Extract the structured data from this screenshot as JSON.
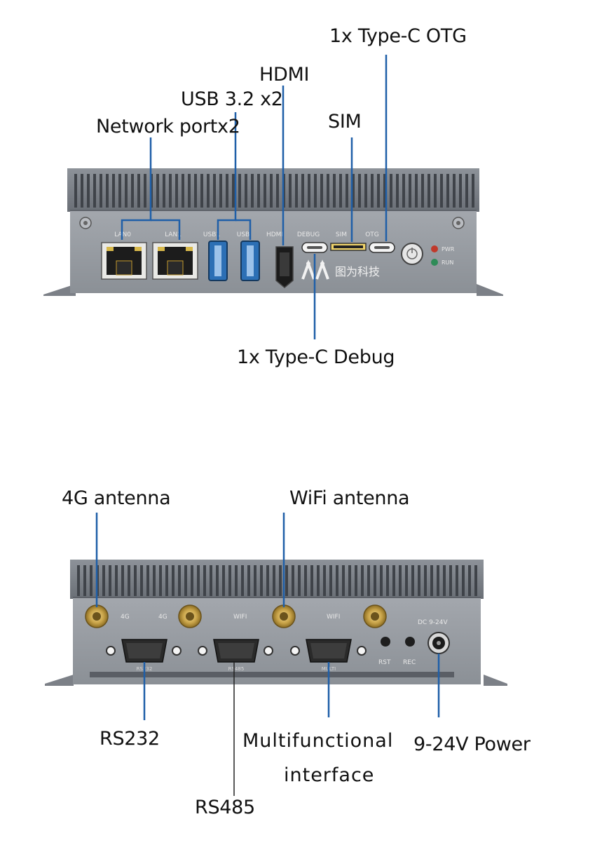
{
  "front_panel": {
    "callouts": {
      "network": "Network portx2",
      "usb": "USB 3.2 x2",
      "hdmi": "HDMI",
      "sim": "SIM",
      "otg": "1x Type-C OTG",
      "debug": "1x Type-C Debug"
    },
    "printed": {
      "lan0": "LAN0",
      "lan1": "LAN1",
      "usb1": "USB1",
      "usb2": "USB",
      "hdmi": "HDMI",
      "debug": "DEBUG",
      "sim": "SIM",
      "otg": "OTG",
      "pwr": "PWR",
      "run": "RUN",
      "brand": "图为科技"
    }
  },
  "rear_panel": {
    "callouts": {
      "antenna_4g": "4G antenna",
      "antenna_wifi": "WiFi antenna",
      "rs232": "RS232",
      "rs485": "RS485",
      "multifunctional_line1": "Multifunctional",
      "multifunctional_line2": "interface",
      "power": "9-24V Power"
    },
    "printed": {
      "ant1": "4G",
      "ant2": "4G",
      "ant3": "WIFI",
      "ant4": "WIFI",
      "dc": "DC 9-24V",
      "rst": "RST",
      "rec": "REC",
      "port1": "RS232",
      "port2": "RS485",
      "port3": "MULTI"
    }
  },
  "colors": {
    "leader_line": "#1f5fa8",
    "leader_line_dark": "#222222",
    "chassis": "#9a9ea5",
    "chassis_dark": "#6f737a",
    "led_red": "#c0392b",
    "led_green": "#2e8b57"
  }
}
